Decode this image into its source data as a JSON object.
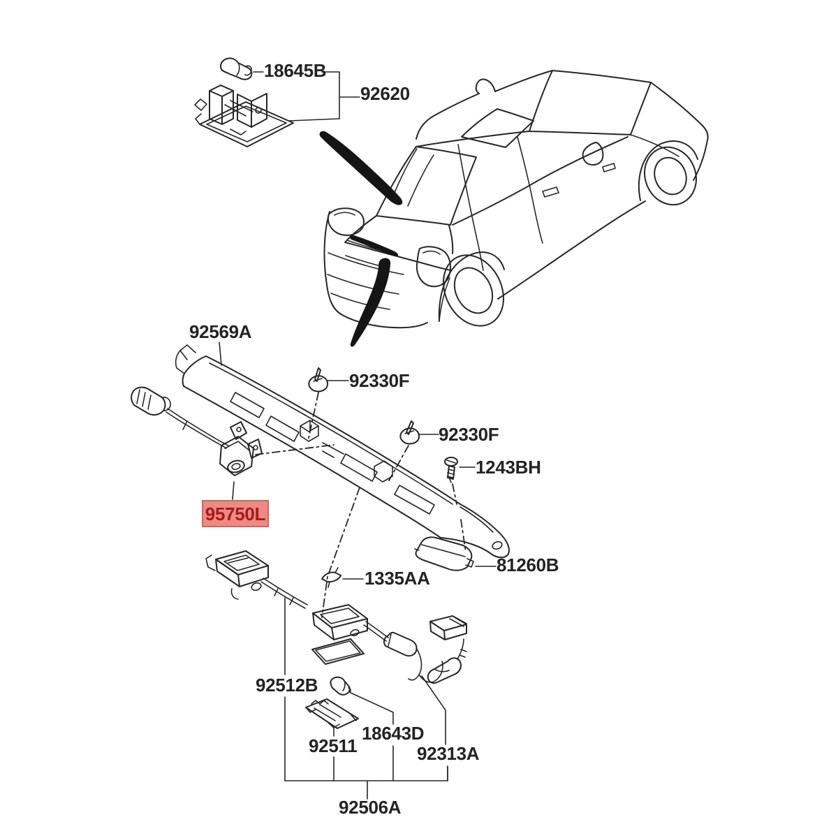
{
  "diagram": {
    "type": "exploded-parts-diagram",
    "subject": "sedan rear license plate lamp, trunk garnish and back-up camera",
    "background_color": "#ffffff",
    "line_color": "#262626",
    "highlight": {
      "fill": "#ec8b84",
      "border": "#c96a60",
      "text_color": "#a81a1a"
    },
    "labels": [
      {
        "id": "18645B",
        "text": "18645B",
        "part": "bulb",
        "highlighted": false
      },
      {
        "id": "92620",
        "text": "92620",
        "part": "license plate lamp assembly",
        "highlighted": false
      },
      {
        "id": "92569A",
        "text": "92569A",
        "part": "trunk lid garnish molding",
        "highlighted": false
      },
      {
        "id": "92330F-1",
        "text": "92330F",
        "part": "clip",
        "highlighted": false
      },
      {
        "id": "92330F-2",
        "text": "92330F",
        "part": "clip",
        "highlighted": false
      },
      {
        "id": "1243BH",
        "text": "1243BH",
        "part": "screw",
        "highlighted": false
      },
      {
        "id": "95750L",
        "text": "95750L",
        "part": "rear view camera",
        "highlighted": true
      },
      {
        "id": "81260B",
        "text": "81260B",
        "part": "trunk lid handle switch",
        "highlighted": false
      },
      {
        "id": "1335AA",
        "text": "1335AA",
        "part": "clip",
        "highlighted": false
      },
      {
        "id": "92512B",
        "text": "92512B",
        "part": "license lamp wiring assembly",
        "highlighted": false
      },
      {
        "id": "18643D",
        "text": "18643D",
        "part": "bulb",
        "highlighted": false
      },
      {
        "id": "92511",
        "text": "92511",
        "part": "lamp housing",
        "highlighted": false
      },
      {
        "id": "92313A",
        "text": "92313A",
        "part": "lamp lens",
        "highlighted": false
      },
      {
        "id": "92506A",
        "text": "92506A",
        "part": "license lamp unit",
        "highlighted": false
      }
    ]
  }
}
